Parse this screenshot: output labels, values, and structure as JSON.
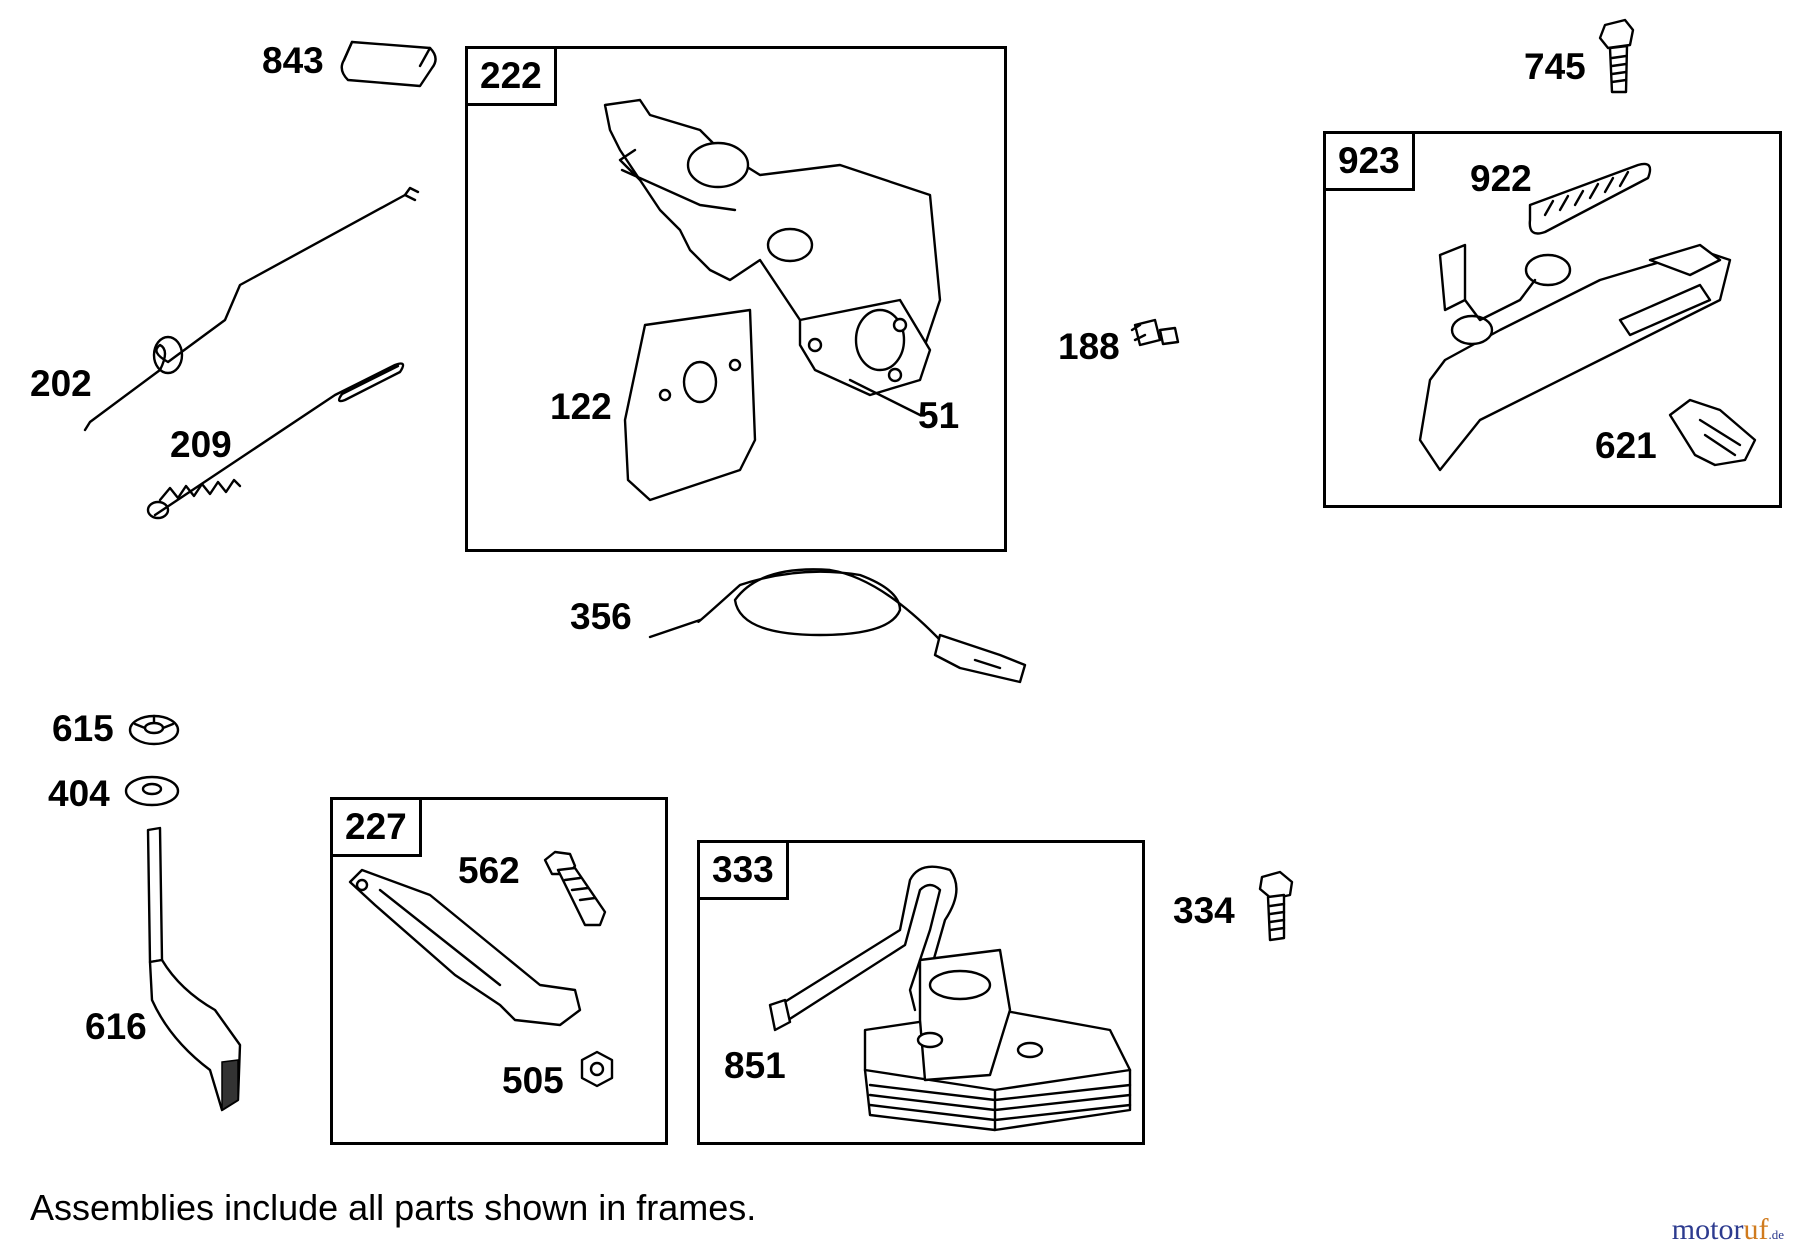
{
  "labels": {
    "p843": "843",
    "p202": "202",
    "p209": "209",
    "p122": "122",
    "p51": "51",
    "p188": "188",
    "p745": "745",
    "p922": "922",
    "p621": "621",
    "p356": "356",
    "p615": "615",
    "p404": "404",
    "p616": "616",
    "p562": "562",
    "p505": "505",
    "p334": "334",
    "p851": "851"
  },
  "frames": {
    "f222": "222",
    "f923": "923",
    "f227": "227",
    "f333": "333"
  },
  "note": "Assemblies include all parts shown in frames.",
  "watermark": {
    "part1": "motor",
    "part2": "uf",
    "part3": ".de"
  }
}
